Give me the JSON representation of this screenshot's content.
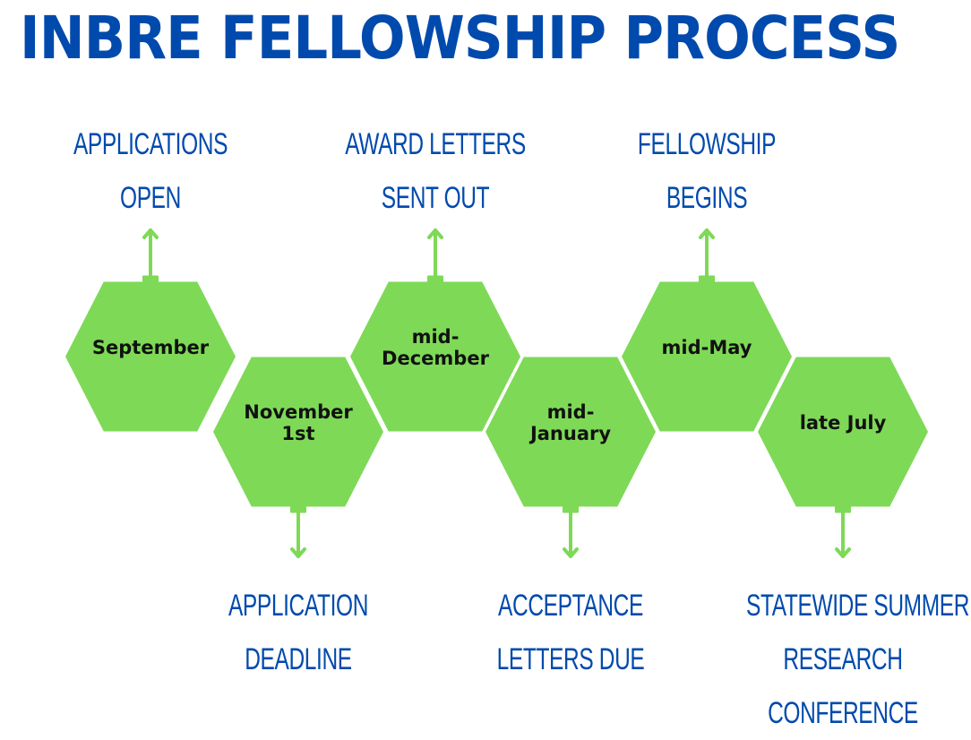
{
  "title": "INBRE FELLOWSHIP PROCESS",
  "colors": {
    "title": "#004aad",
    "label": "#004aad",
    "hexagon": "#7ed957",
    "arrow": "#7ed957",
    "hex_text": "#111111",
    "background": "#ffffff"
  },
  "steps": [
    {
      "date_lines": [
        "September"
      ],
      "event_lines": [
        "APPLICATIONS",
        "OPEN"
      ],
      "arrow": "arrow-up-icon",
      "position": "top"
    },
    {
      "date_lines": [
        "November",
        "1st"
      ],
      "event_lines": [
        "APPLICATION",
        "DEADLINE"
      ],
      "arrow": "arrow-down-icon",
      "position": "bottom"
    },
    {
      "date_lines": [
        "mid-",
        "December"
      ],
      "event_lines": [
        "AWARD LETTERS",
        "SENT OUT"
      ],
      "arrow": "arrow-up-icon",
      "position": "top"
    },
    {
      "date_lines": [
        "mid-",
        "January"
      ],
      "event_lines": [
        "ACCEPTANCE",
        "LETTERS DUE"
      ],
      "arrow": "arrow-down-icon",
      "position": "bottom"
    },
    {
      "date_lines": [
        "mid-May"
      ],
      "event_lines": [
        "FELLOWSHIP",
        "BEGINS"
      ],
      "arrow": "arrow-up-icon",
      "position": "top"
    },
    {
      "date_lines": [
        "late July"
      ],
      "event_lines": [
        "STATEWIDE SUMMER",
        "RESEARCH",
        "CONFERENCE"
      ],
      "arrow": "arrow-down-icon",
      "position": "bottom"
    }
  ]
}
